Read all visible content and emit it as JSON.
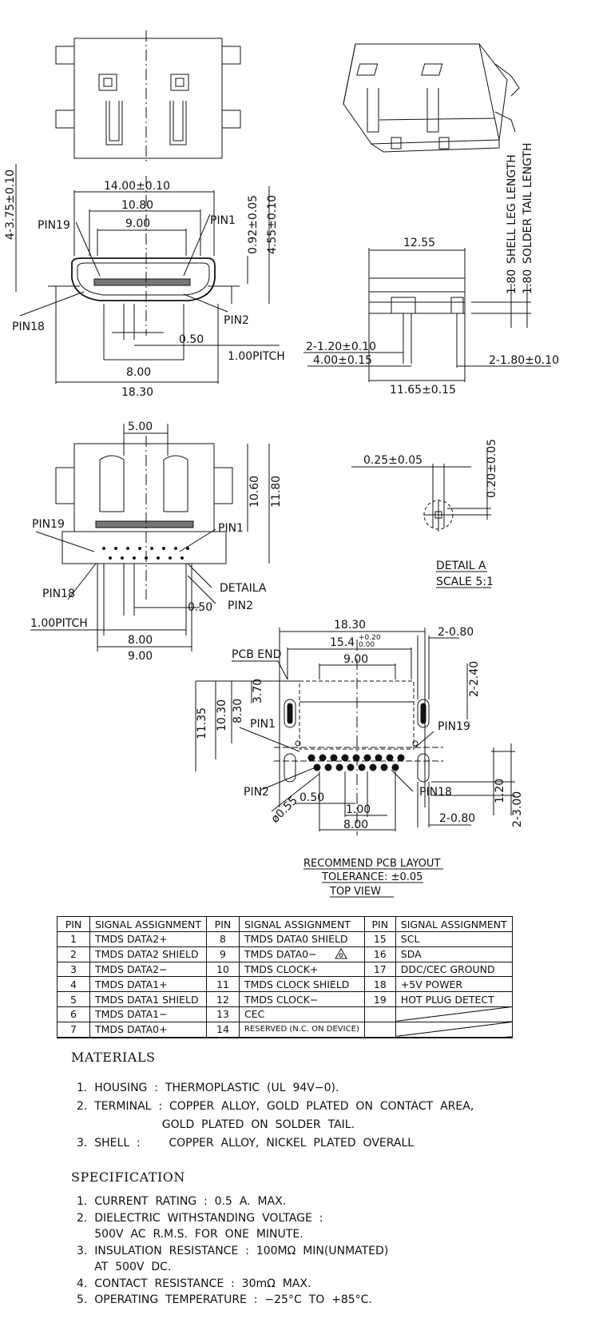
{
  "top_view": {
    "dims": {
      "width_overall": "14.00±0.10",
      "width_inner": "10.80",
      "width_slot": "9.00",
      "shell_leg_gap": "4-3.75±0.10",
      "height_a": "0.92±0.05",
      "height_b": "4.55±0.10",
      "pin_step": "0.50",
      "pitch": "1.00PITCH",
      "pin_span": "8.00",
      "total_width": "18.30"
    },
    "labels": {
      "pin19": "PIN19",
      "pin1": "PIN1",
      "pin18": "PIN18",
      "pin2": "PIN2"
    }
  },
  "side_view": {
    "dims": {
      "length": "12.55",
      "shell_leg_height": "1.80",
      "shell_leg_label": "SHELL LEG LENGTH",
      "solder_tail_height": "1.80",
      "solder_tail_label": "SOLDER TAIL LENGTH",
      "leg_a": "2-1.20±0.10",
      "leg_b": "4.00±0.15",
      "leg_c": "2-1.80±0.10",
      "tail_span": "11.65±0.15"
    }
  },
  "bottom_view": {
    "dims": {
      "top_width": "5.00",
      "height_a": "10.60",
      "height_b": "11.80",
      "pin_step": "0.50",
      "pitch": "1.00PITCH",
      "pin_span": "8.00",
      "slot_width": "9.00"
    },
    "labels": {
      "pin19": "PIN19",
      "pin1": "PIN1",
      "pin18": "PIN18",
      "pin2": "PIN2",
      "detail": "DETAILA"
    }
  },
  "detail_a": {
    "dim_x": "0.25±0.05",
    "dim_y": "0.20±0.05",
    "title": "DETAIL  A",
    "scale": "SCALE 5:1"
  },
  "pcb_layout": {
    "dims": {
      "overall": "18.30",
      "outer_main": "15.4",
      "tol_plus": "+0.20",
      "tol_minus": "0.00",
      "inner": "9.00",
      "slot_top": "2-0.80",
      "slot_height": "2-2.40",
      "h1": "11.35",
      "h2": "10.30",
      "h3": "8.30",
      "h4": "3.70",
      "hole_dia": "ø0.55",
      "pad_step": "0.50",
      "pad_pitch": "1.00",
      "pad_span": "8.00",
      "slot_bottom": "2-0.80",
      "right_a": "1.20",
      "right_b": "2-3.00"
    },
    "labels": {
      "pcb_end": "PCB END",
      "pin1": "PIN1",
      "pin19": "PIN19",
      "pin2": "PIN2",
      "pin18": "PIN18"
    },
    "caption": {
      "line1": "RECOMMEND  PCB  LAYOUT",
      "line2": "TOLERANCE:  ±0.05",
      "line3": "TOP  VIEW"
    }
  },
  "pin_table": {
    "headers": [
      "PIN",
      "SIGNAL  ASSIGNMENT",
      "PIN",
      "SIGNAL  ASSIGNMENT",
      "PIN",
      "SIGNAL  ASSIGNMENT"
    ],
    "rows": [
      [
        "1",
        "TMDS  DATA2+",
        "8",
        "TMDS  DATA0  SHIELD",
        "15",
        "SCL"
      ],
      [
        "2",
        "TMDS  DATA2  SHIELD",
        "9",
        "TMDS  DATA0−",
        "16",
        "SDA"
      ],
      [
        "3",
        "TMDS  DATA2−",
        "10",
        "TMDS  CLOCK+",
        "17",
        "DDC/CEC  GROUND"
      ],
      [
        "4",
        "TMDS  DATA1+",
        "11",
        "TMDS  CLOCK  SHIELD",
        "18",
        "+5V  POWER"
      ],
      [
        "5",
        "TMDS  DATA1  SHIELD",
        "12",
        "TMDS  CLOCK−",
        "19",
        "HOT  PLUG  DETECT"
      ],
      [
        "6",
        "TMDS  DATA1−",
        "13",
        "CEC",
        "",
        ""
      ],
      [
        "7",
        "TMDS  DATA0+",
        "14",
        "RESERVED   (N.C.  ON  DEVICE)",
        "",
        ""
      ]
    ]
  },
  "materials": {
    "title": "MATERIALS",
    "items": [
      "1.  HOUSING  :  THERMOPLASTIC  (UL  94V−0).",
      "2.  TERMINAL  :  COPPER  ALLOY,  GOLD  PLATED  ON  CONTACT  AREA,",
      "                        GOLD  PLATED  ON  SOLDER  TAIL.",
      "3.  SHELL  :        COPPER  ALLOY,  NICKEL  PLATED  OVERALL"
    ]
  },
  "specification": {
    "title": "SPECIFICATION",
    "items": [
      "1.  CURRENT  RATING  :  0.5  A.  MAX.",
      "2.  DIELECTRIC  WITHSTANDING  VOLTAGE  :",
      "     500V  AC  R.M.S.  FOR  ONE  MINUTE.",
      "3.  INSULATION  RESISTANCE  :  100MΩ  MIN(UNMATED)",
      "     AT  500V  DC.",
      "4.  CONTACT  RESISTANCE  :  30mΩ  MAX.",
      "5.  OPERATING  TEMPERATURE  :  −25°C  TO  +85°C."
    ]
  }
}
